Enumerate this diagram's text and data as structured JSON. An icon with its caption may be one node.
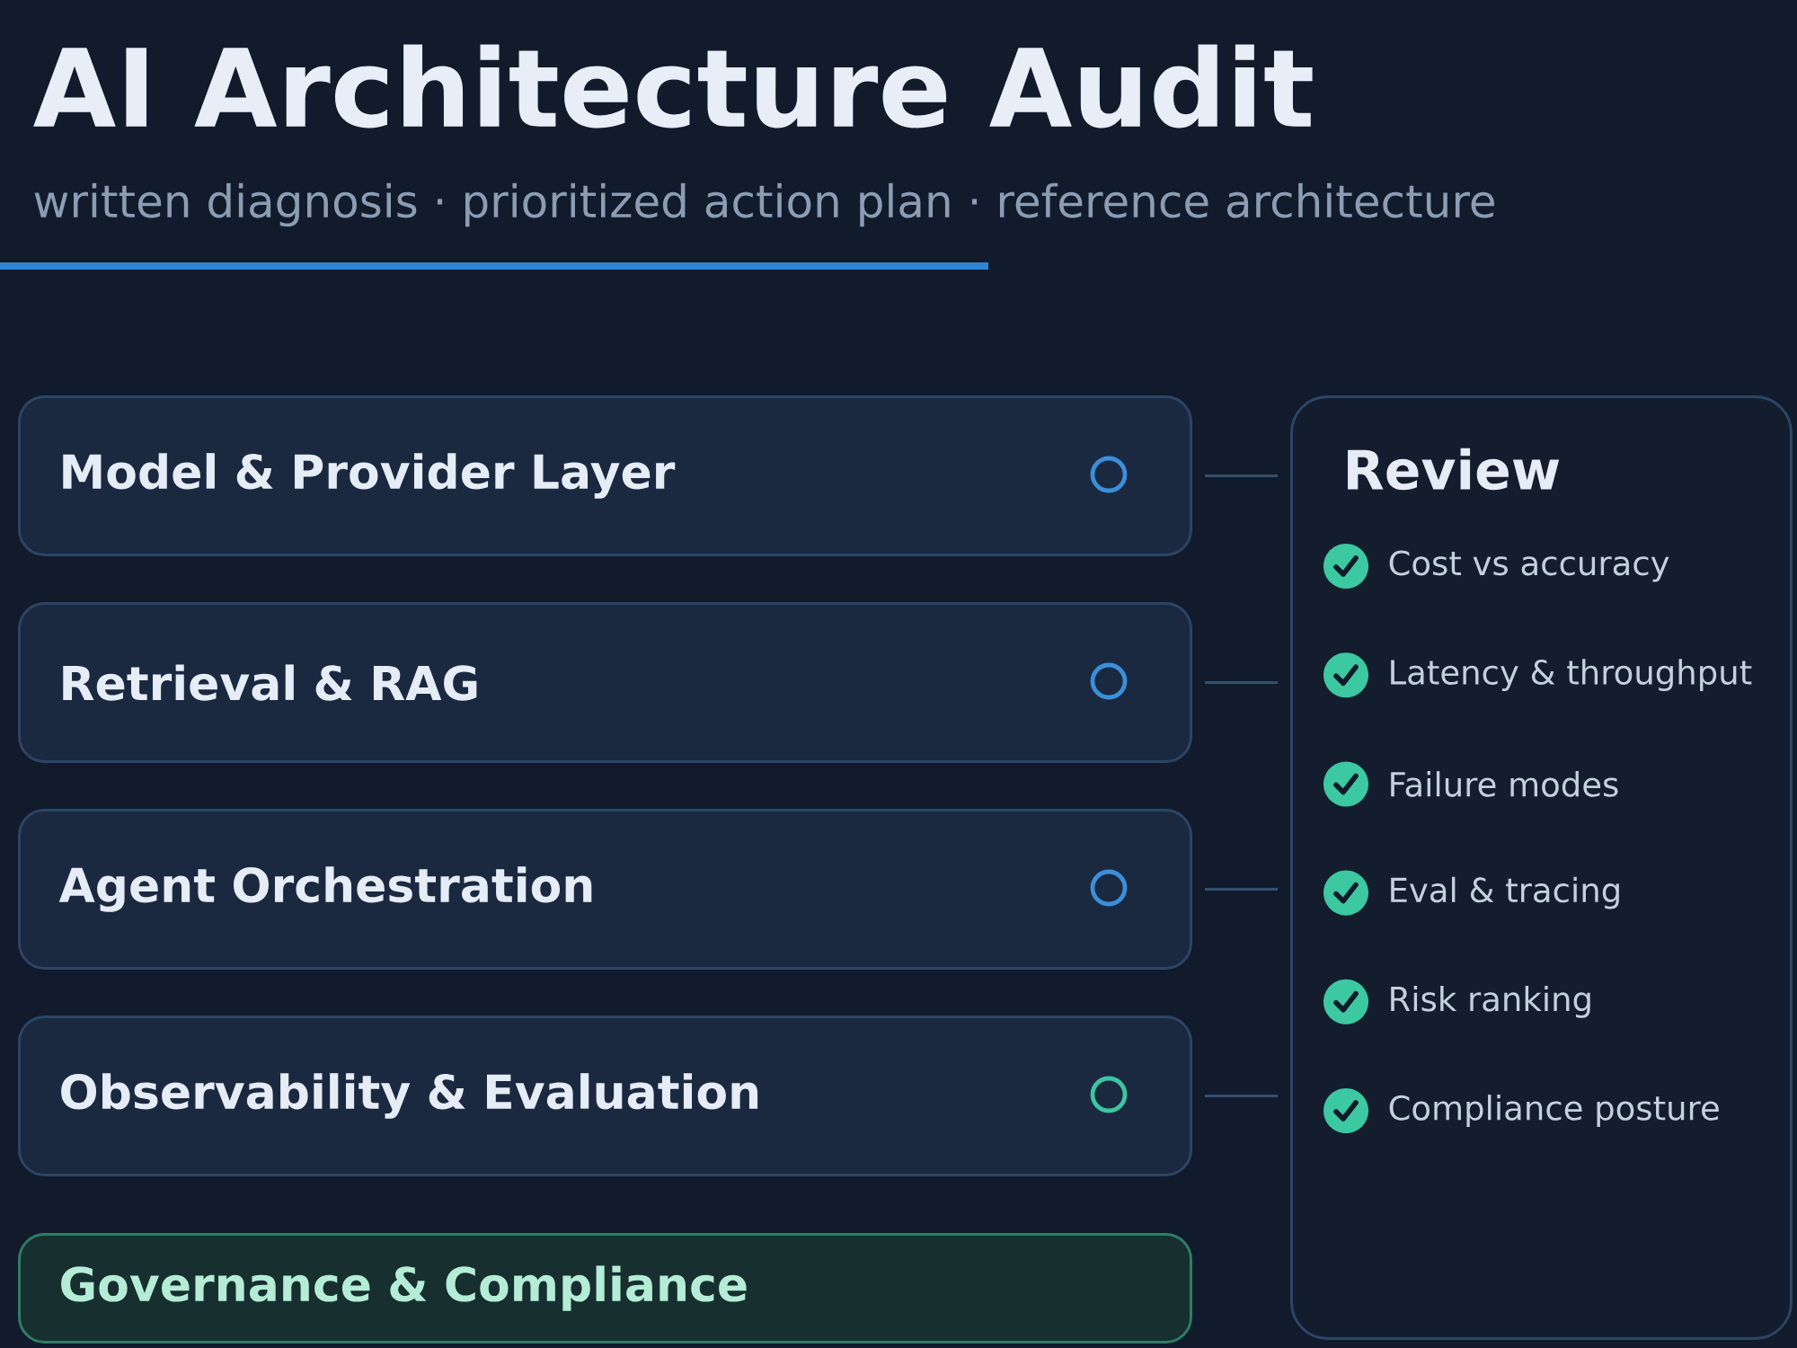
{
  "diagram": {
    "title": "AI Architecture Audit",
    "nodes": [
      {
        "text": [
          "Model & Provider Layer"
        ]
      },
      {
        "text": [
          "Retrieval & RAG"
        ]
      },
      {
        "text": [
          "Agent Orchestration"
        ]
      },
      {
        "text": [
          "Observability & Evaluation"
        ]
      },
      {
        "text": [
          "Governance & Compliance"
        ]
      },
      {
        "text": [
          "Review",
          "Cost vs accuracy",
          "Latency & throughput",
          "Failure modes",
          "Eval & tracing",
          "Risk ranking",
          "Compliance posture"
        ]
      }
    ],
    "edges": [
      {
        "from": 0,
        "to": 5,
        "arrow": "none"
      },
      {
        "from": 1,
        "to": 5,
        "arrow": "none"
      },
      {
        "from": 2,
        "to": 5,
        "arrow": "none"
      },
      {
        "from": 3,
        "to": 5,
        "arrow": "none"
      }
    ],
    "labels": [
      "written diagnosis · prioritized action plan · reference architecture"
    ]
  }
}
